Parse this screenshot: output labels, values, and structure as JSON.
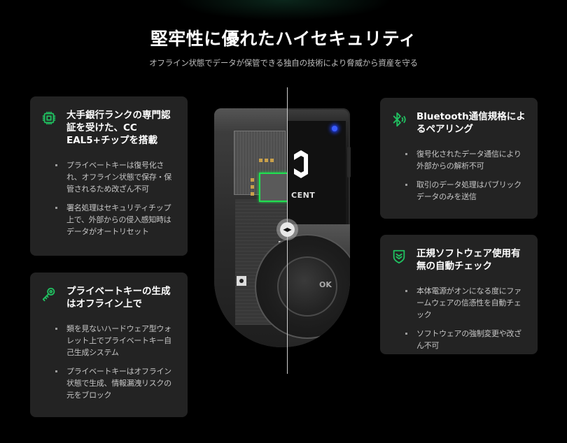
{
  "hero": {
    "title": "堅牢性に優れたハイセキュリティ",
    "subtitle": "オフライン状態でデータが保管できる独自の技術により脅威から資産を守る"
  },
  "colors": {
    "background": "#000000",
    "card_background": "#232323",
    "accent_green": "#20c060",
    "led_blue": "#3a5cff",
    "title_text": "#ffffff",
    "body_text": "#c6c6c6"
  },
  "cards": [
    {
      "icon": "chip-icon",
      "title": "大手銀行ランクの専門認証を受けた、CC EAL5+チップを搭載",
      "bullets": [
        "プライベートキーは復号化され、オフライン状態で保存・保管されるため改ざん不可",
        "署名処理はセキュリティチップ上で、外部からの侵入感知時はデータがオートリセット"
      ]
    },
    {
      "icon": "key-icon",
      "title": "プライベートキーの生成はオフライン上で",
      "bullets": [
        "類を見ないハードウェア型ウォレット上でプライベートキー自己生成システム",
        "プライベートキーはオフライン状態で生成、情報漏洩リスクの元をブロック"
      ]
    },
    {
      "icon": "bluetooth-icon",
      "title": "Bluetooth通信規格によるペアリング",
      "bullets": [
        "復号化されたデータ通信により外部からの解析不可",
        "取引のデータ処理はパブリックデータのみを送信"
      ]
    },
    {
      "icon": "shield-check-icon",
      "title": "正規ソフトウェア使用有無の自動チェック",
      "bullets": [
        "本体電源がオンになる度にファームウェアの信憑性を自動チェック",
        "ソフトウェアの強制変更や改ざん不可"
      ]
    }
  ],
  "device": {
    "brand_text": "CENT",
    "button_label": "OK",
    "slider_icon": "left-right-arrows-icon",
    "slider_glyph": "◀▶"
  }
}
